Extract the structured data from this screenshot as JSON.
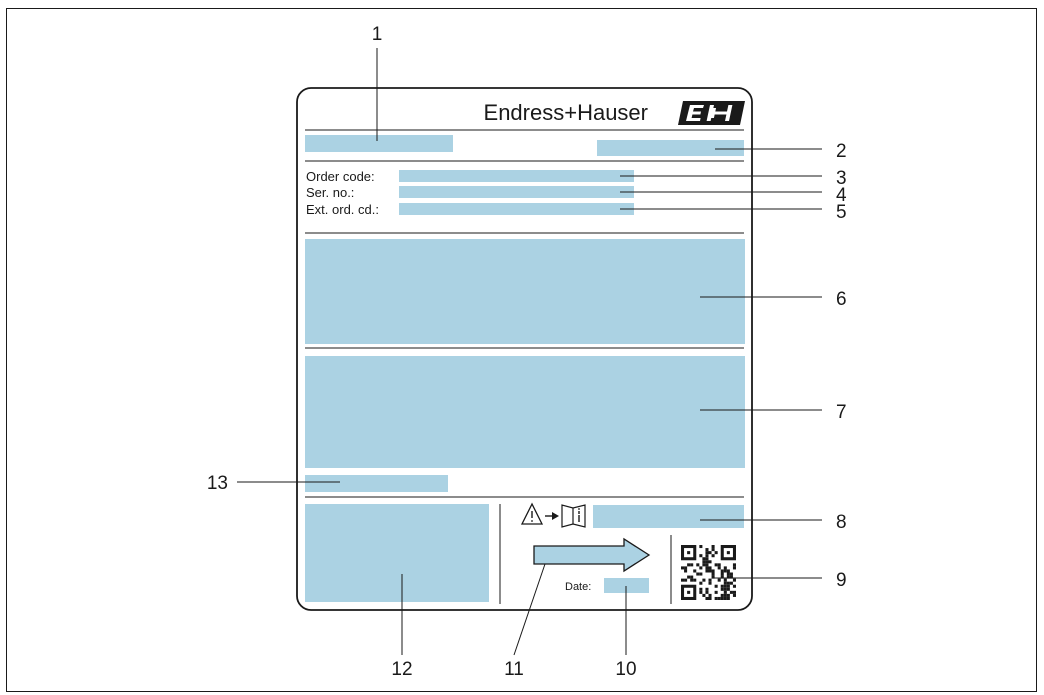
{
  "nameplate": {
    "brand_text": "Endress+Hauser",
    "logo_text": "E+H",
    "fields": {
      "order_code_label": "Order code:",
      "serial_no_label": "Ser. no.:",
      "ext_order_code_label": "Ext. ord. cd.:",
      "date_label": "Date:"
    }
  },
  "callouts": [
    "1",
    "2",
    "3",
    "4",
    "5",
    "6",
    "7",
    "8",
    "9",
    "10",
    "11",
    "12",
    "13"
  ],
  "colors": {
    "field_fill": "#abd2e3",
    "stroke": "#1a1a1a"
  }
}
